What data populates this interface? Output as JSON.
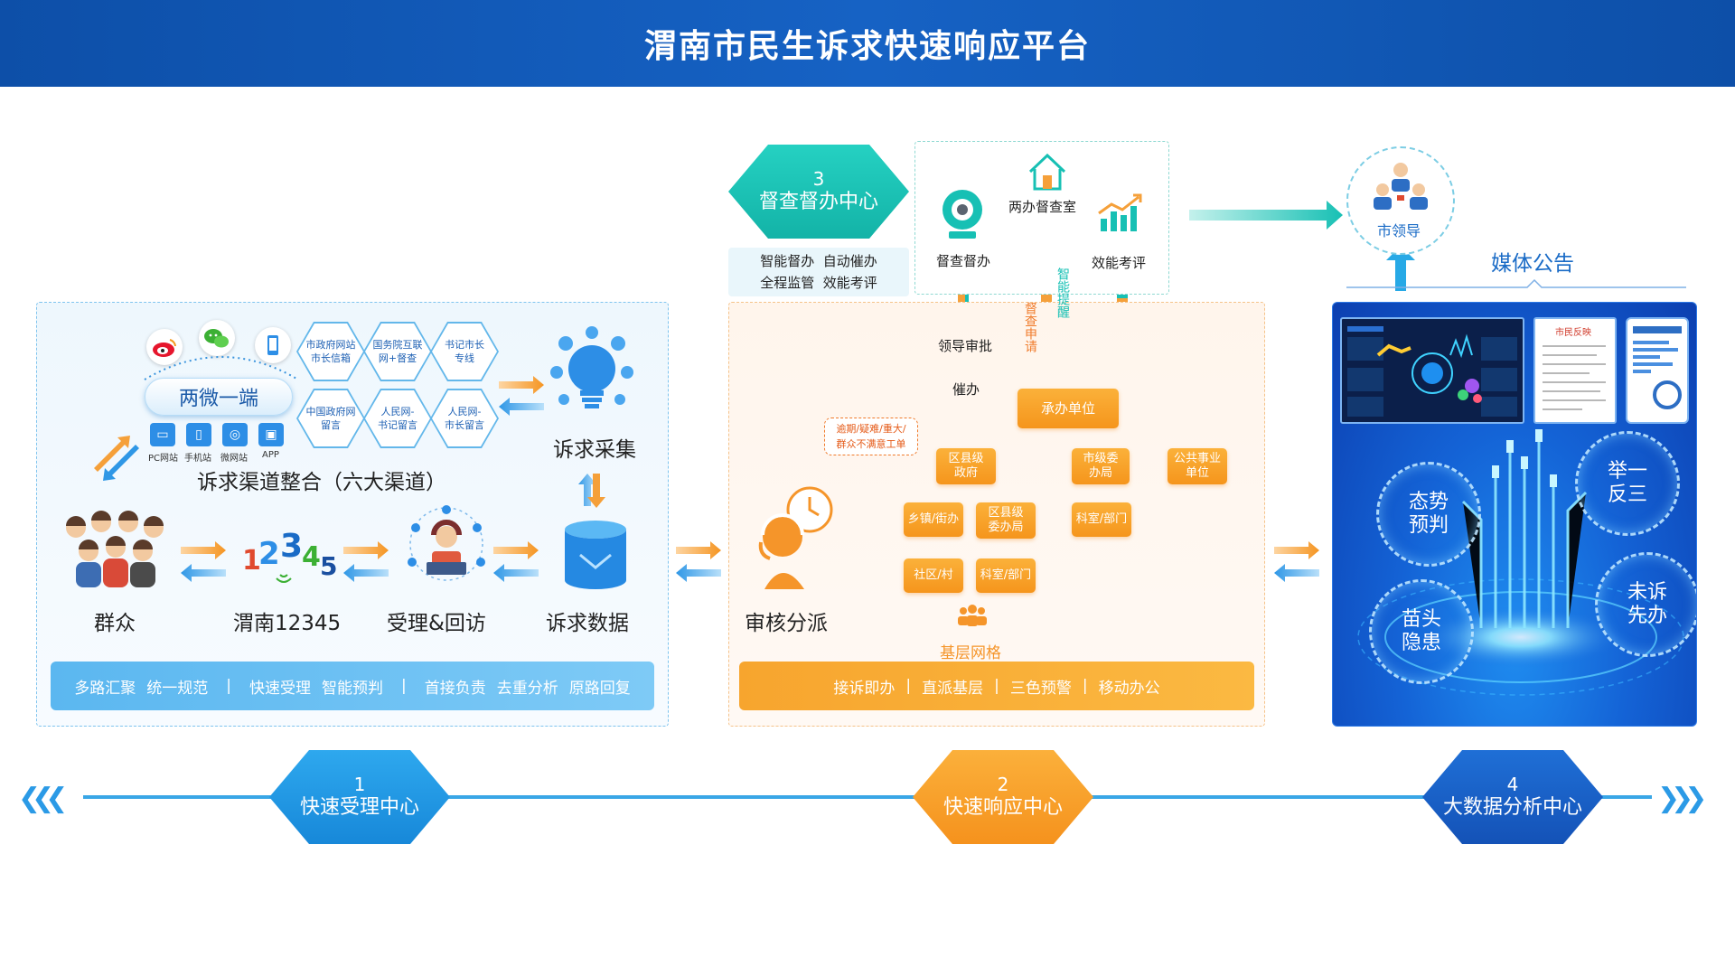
{
  "header": {
    "title": "渭南市民生诉求快速响应平台"
  },
  "left": {
    "pill": "两微一端",
    "hexes": [
      {
        "line1": "市政府网站",
        "line2": "市长信箱"
      },
      {
        "line1": "国务院互联",
        "line2": "网+督查"
      },
      {
        "line1": "书记市长",
        "line2": "专线"
      },
      {
        "line1": "中国政府网",
        "line2": "留言"
      },
      {
        "line1": "人民网-",
        "line2": "书记留言"
      },
      {
        "line1": "人民网-",
        "line2": "市长留言"
      }
    ],
    "apps": [
      "PC网站",
      "手机站",
      "微网站",
      "APP"
    ],
    "channels_label": "诉求渠道整合（六大渠道）",
    "collect_label": "诉求采集",
    "flow": [
      "群众",
      "渭南12345",
      "受理&回访",
      "诉求数据"
    ],
    "bar": [
      "多路汇聚",
      "统一规范",
      "|",
      "快速受理",
      "智能预判",
      "|",
      "首接负责",
      "去重分析",
      "原路回复"
    ]
  },
  "mid": {
    "approve": "领导审批",
    "urge": "催办",
    "host": "承办单位",
    "alert": [
      "逾期/疑难/重大/",
      "群众不满意工单"
    ],
    "county_gov": [
      "区县级",
      "政府"
    ],
    "city_bureau": [
      "市级委",
      "办局"
    ],
    "public_unit": [
      "公共事业",
      "单位"
    ],
    "town": "乡镇/街办",
    "county_bureau": [
      "区县级",
      "委办局"
    ],
    "section1": "科室/部门",
    "community": "社区/村",
    "section2": "科室/部门",
    "grid_label": "基层网格",
    "review_label": "审核分派",
    "bar": [
      "接诉即办",
      "|",
      "直派基层",
      "|",
      "三色预警",
      "|",
      "移动办公"
    ]
  },
  "top": {
    "center_num": "3",
    "center_name": "督查督办中心",
    "features": [
      "智能督办  自动催办",
      "全程监管  效能考评"
    ],
    "supervise": "督查督办",
    "office": "两办督查室",
    "evaluate": "效能考评",
    "smart_remind": "智能提醒",
    "apply": "督查申请"
  },
  "right": {
    "leader": "市领导",
    "media": "媒体公告",
    "screen_text": "市民反映",
    "rings": [
      {
        "line1": "举一",
        "line2": "反三"
      },
      {
        "line1": "态势",
        "line2": "预判"
      },
      {
        "line1": "未诉",
        "line2": "先办"
      },
      {
        "line1": "苗头",
        "line2": "隐患"
      }
    ]
  },
  "centers": [
    {
      "num": "1",
      "name": "快速受理中心"
    },
    {
      "num": "2",
      "name": "快速响应中心"
    },
    {
      "num": "4",
      "name": "大数据分析中心"
    }
  ],
  "colors": {
    "blue": "#0d4fa8",
    "teal": "#17c0b4",
    "orange": "#f79b20",
    "sky": "#39a6e6"
  }
}
